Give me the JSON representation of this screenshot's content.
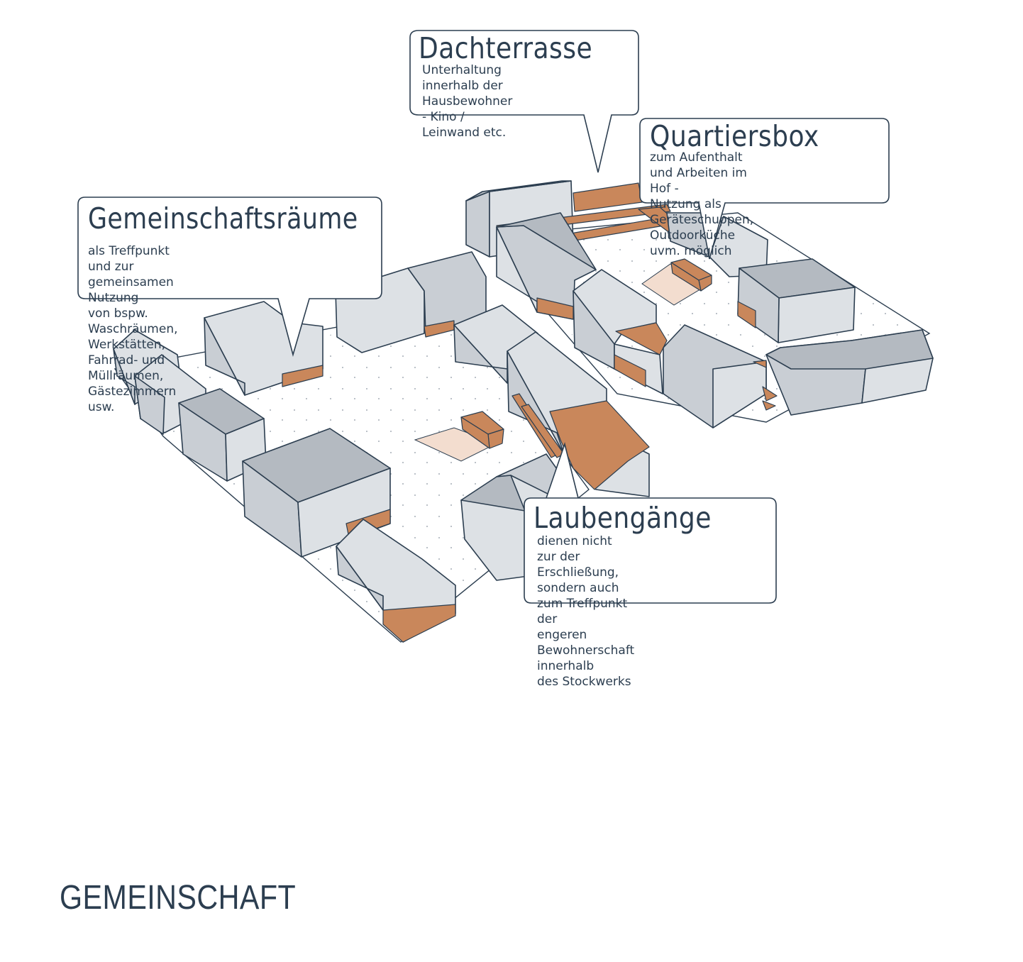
{
  "page_title": "GEMEINSCHAFT",
  "colors": {
    "building_light": "#dde1e5",
    "building_mid": "#c9ced4",
    "building_dark": "#b4bac1",
    "outline": "#2c3e50",
    "accent": "#c9875b",
    "accent_light": "#f3ddcf",
    "text": "#2c3e50"
  },
  "callouts": {
    "dachterrasse": {
      "title": "Dachterrasse",
      "body": "Unterhaltung innerhalb der\nHausbewohner - Kino /\nLeinwand etc."
    },
    "quartiersbox": {
      "title": "Quartiersbox",
      "body": "zum Aufenthalt und Arbeiten im Hof -\nNutzung als Geräteschuppen,\nOutdoorküche uvm. möglich"
    },
    "gemeinschaftsraeume": {
      "title": "Gemeinschaftsräume",
      "body": "als Treffpunkt und zur gemeinsamen Nutzung\nvon bspw. Waschräumen, Werkstätten,\nFahrrad- und Müllräumen, Gästezimmern usw."
    },
    "laubengaenge": {
      "title": "Laubengänge",
      "body": "dienen nicht zur der Erschließung,\nsondern auch zum Treffpunkt der\nengeren Bewohnerschaft innerhalb\ndes Stockwerks"
    }
  }
}
